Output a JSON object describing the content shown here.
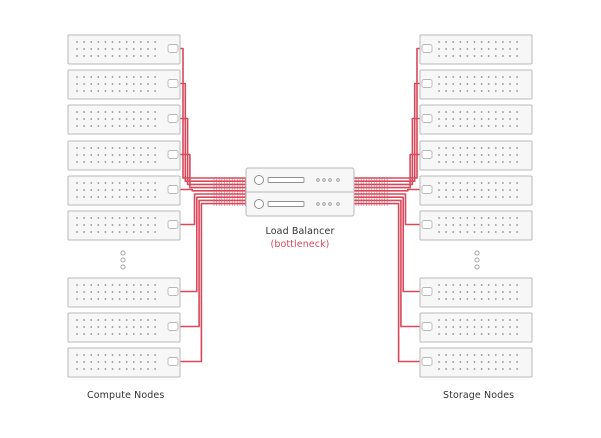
{
  "diagram": {
    "compute_label": "Compute Nodes",
    "storage_label": "Storage Nodes",
    "balancer_label": "Load Balancer",
    "balancer_note": "(bottleneck)",
    "compute_server_count": 9,
    "storage_server_count": 9
  },
  "colors": {
    "wire": "#d9485a",
    "server_fill": "#f7f7f7",
    "server_stroke": "#b9b9b9",
    "dots": "#8f8f8f",
    "note": "#d9485a",
    "text": "#333333"
  },
  "icons": [
    "server-icon",
    "ellipsis-icon"
  ]
}
